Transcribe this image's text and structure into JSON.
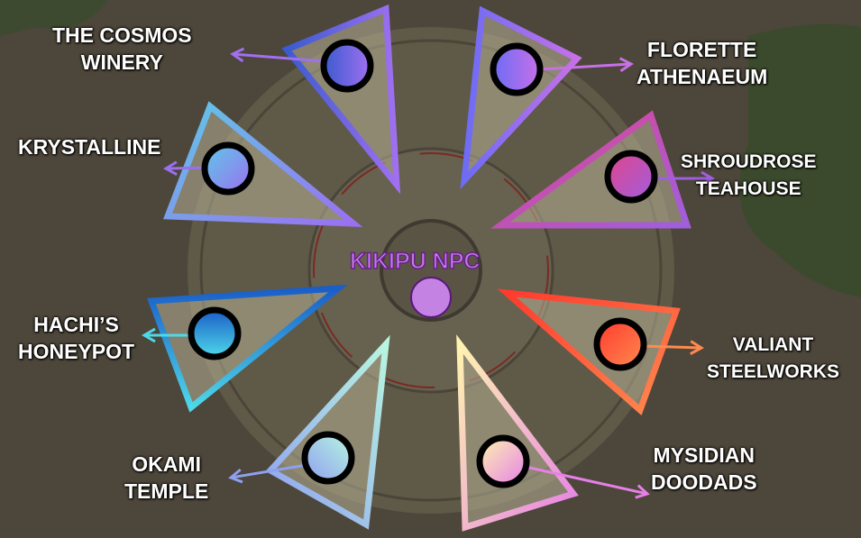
{
  "center": {
    "label": "KIKIPU NPC",
    "color": "#c483e3"
  },
  "locations": [
    {
      "id": "cosmos",
      "line1": "THE COSMOS",
      "line2": "WINERY",
      "colors": [
        "#3b5bd0",
        "#a070f0"
      ]
    },
    {
      "id": "florette",
      "line1": "FLORETTE",
      "line2": "ATHENAEUM",
      "colors": [
        "#6d6cf5",
        "#c770e8"
      ]
    },
    {
      "id": "shroudrose",
      "line1": "SHROUDROSE",
      "line2": "TEAHOUSE",
      "colors": [
        "#e0458a",
        "#a05ee0"
      ]
    },
    {
      "id": "valiant",
      "line1": "VALIANT",
      "line2": "STEELWORKS",
      "colors": [
        "#ff3a2e",
        "#ff8a50"
      ]
    },
    {
      "id": "mysidian",
      "line1": "MYSIDIAN",
      "line2": "DOODADS",
      "colors": [
        "#fff3b0",
        "#e680e6"
      ]
    },
    {
      "id": "okami",
      "line1": "OKAMI",
      "line2": "TEMPLE",
      "colors": [
        "#b8f5e0",
        "#8ea0f0"
      ]
    },
    {
      "id": "hachi",
      "line1": "HACHI’S",
      "line2": "HONEYPOT",
      "colors": [
        "#1a5ec8",
        "#4fd8e8"
      ]
    },
    {
      "id": "krystalline",
      "line1": "KRYSTALLINE",
      "line2": "",
      "colors": [
        "#5fc8e8",
        "#9a70f0"
      ]
    }
  ]
}
